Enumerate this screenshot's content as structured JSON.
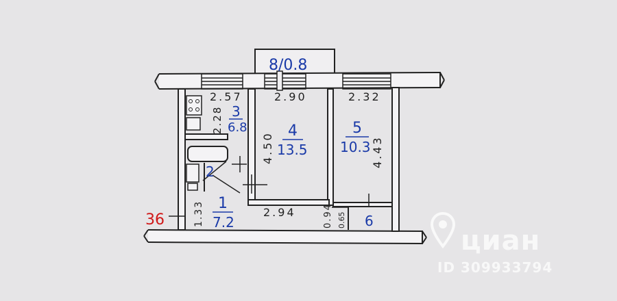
{
  "plan": {
    "balcony": {
      "number": "8",
      "area": "0.8"
    },
    "rooms": [
      {
        "id": "kitchen",
        "number": "3",
        "area": "6.8"
      },
      {
        "id": "room4",
        "number": "4",
        "area": "13.5"
      },
      {
        "id": "room5",
        "number": "5",
        "area": "10.3"
      },
      {
        "id": "hall",
        "number": "1",
        "area": "7.2"
      },
      {
        "id": "bath",
        "number": "2"
      },
      {
        "id": "closet",
        "number": "6"
      }
    ],
    "dimensions": {
      "kitchen_width": "2.57",
      "kitchen_depth": "2.28",
      "room4_width": "2.90",
      "room4_depth": "4.50",
      "room5_width": "2.32",
      "room5_depth": "4.43",
      "hall_width": "2.94",
      "hall_depth": "1.33",
      "corridor_width": "0.94",
      "closet_width": "0.65"
    },
    "entrance_label": "36"
  },
  "watermark": {
    "brand": "циан",
    "id_text": "ID 309933794"
  },
  "colors": {
    "ink": "#1a3aa8",
    "wall": "#2a2a2a",
    "red": "#d01818",
    "background": "#e6e5e7"
  }
}
